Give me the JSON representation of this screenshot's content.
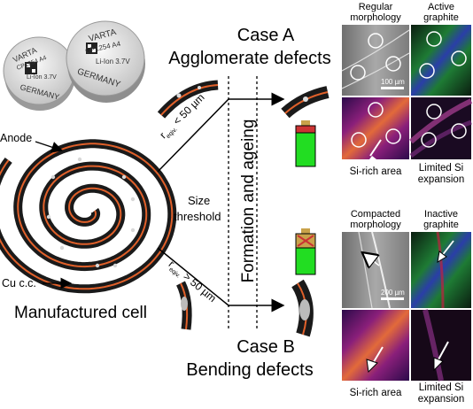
{
  "title_left": "Manufactured cell",
  "labels": {
    "anode": "Anode",
    "cu_cc": "Cu c.c."
  },
  "coin_cells": [
    {
      "brand": "VARTA",
      "model": "CP1254 A4",
      "chem": "Li-Ion 3.7V",
      "country": "GERMANY"
    },
    {
      "brand": "VARTA",
      "model": "CP1254 A4",
      "chem": "Li-Ion 3.7V",
      "country": "GERMANY"
    }
  ],
  "case_a": {
    "line1": "Case A",
    "line2": "Agglomerate defects"
  },
  "case_b": {
    "line1": "Case B",
    "line2": "Bending defects"
  },
  "threshold": {
    "line1": "Size",
    "line2": "threshold"
  },
  "process_label": "Formation and ageing",
  "branch_top": {
    "r": "r",
    "sub": "eqiv.",
    "rel": " < 50 µm"
  },
  "branch_bottom": {
    "r": "r",
    "sub": "eqiv.",
    "rel": " > 50 µm"
  },
  "panels_top": {
    "title_left": [
      "Regular",
      "morphology"
    ],
    "title_right": [
      "Active",
      "graphite"
    ],
    "scale": "100 µm",
    "cap_left": "Si-rich area",
    "cap_right": [
      "Limited Si",
      "expansion"
    ]
  },
  "panels_bottom": {
    "title_left": [
      "Compacted",
      "morphology"
    ],
    "title_right": [
      "Inactive",
      "graphite"
    ],
    "scale": "200 µm",
    "cap_left": "Si-rich area",
    "cap_right": [
      "Limited Si",
      "expansion"
    ]
  },
  "colors": {
    "electrode": "#1a1a1a",
    "copper": "#e0602a",
    "battery_green": "#22dd22",
    "battery_cap": "#c9a24a",
    "defect": "#b0b0b0"
  }
}
